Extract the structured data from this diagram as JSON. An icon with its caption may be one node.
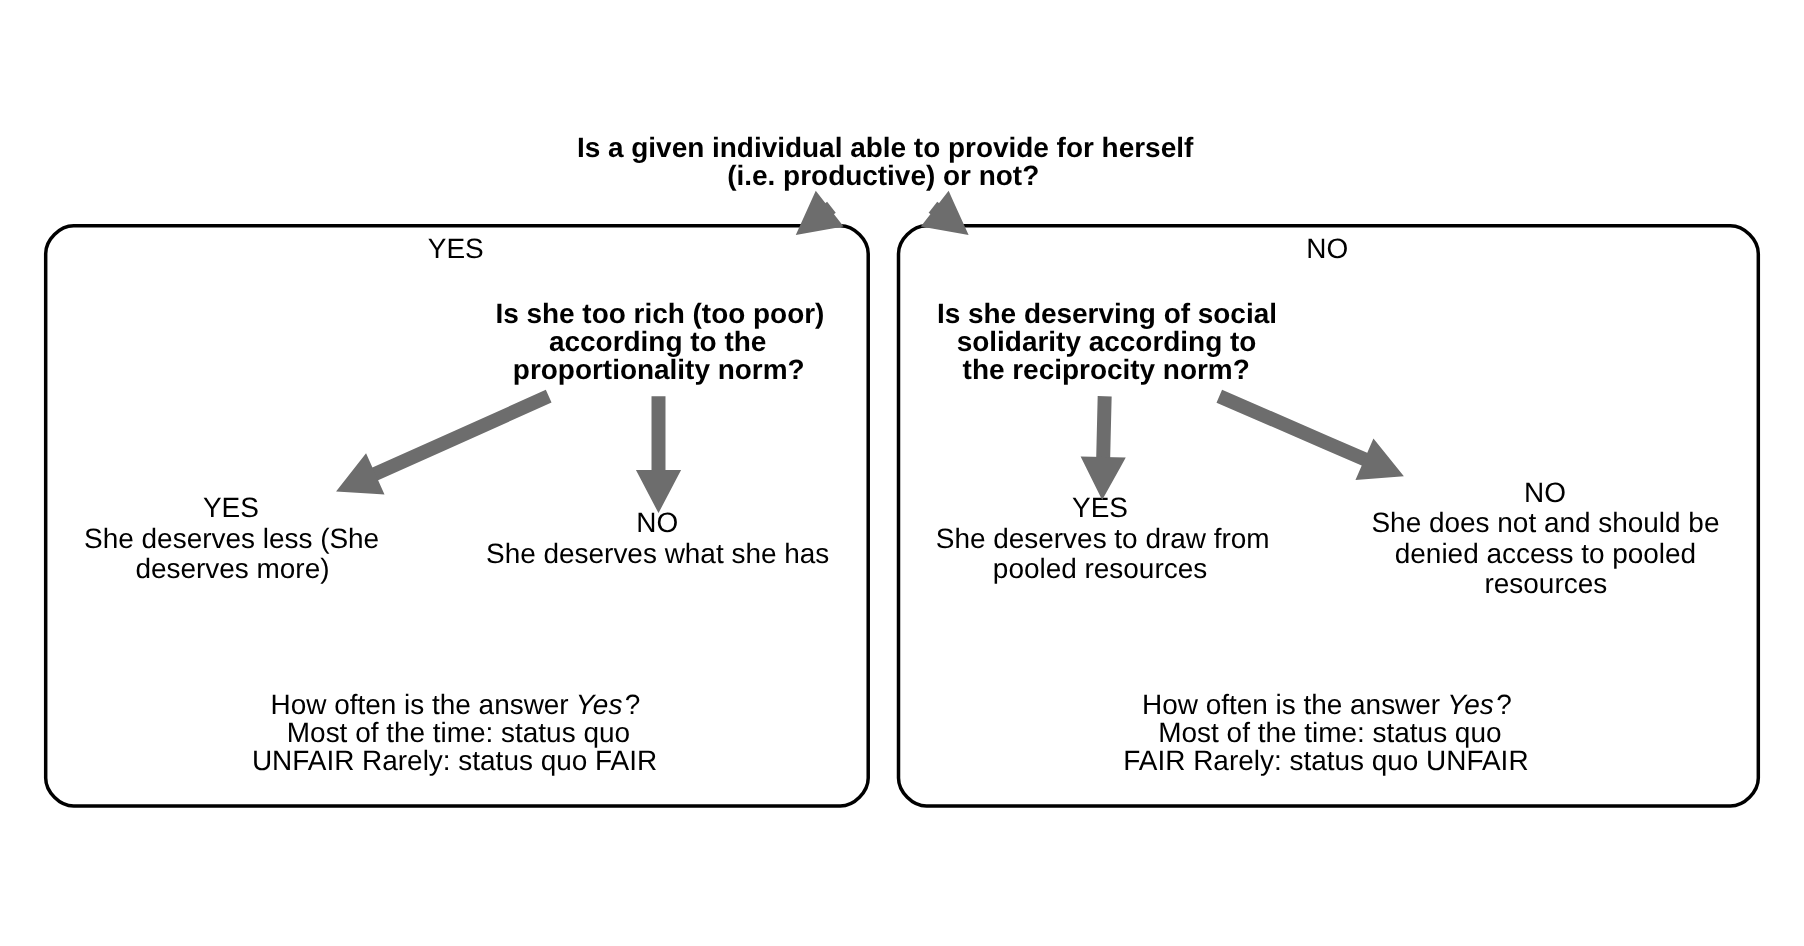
{
  "diagram": {
    "nodes": [
      {
        "text": [
          "Is a given individual able to provide for herself (i.e. productive) or not?"
        ]
      },
      {
        "text": [
          "YES"
        ]
      },
      {
        "text": [
          "Is she too rich (too poor) according to the proportionality norm?"
        ],
        "in": 1
      },
      {
        "text": [
          "YES",
          "She deserves less (She deserves more)"
        ],
        "in": 1
      },
      {
        "text": [
          "NO",
          "She deserves what she has"
        ],
        "in": 1
      },
      {
        "text": [
          "How often is the answer *Yes*?",
          "Most of the time: status quo UNFAIR Rarely: status quo FAIR"
        ],
        "in": 1
      },
      {
        "text": [
          "NO"
        ]
      },
      {
        "text": [
          "Is she deserving of social solidarity according to the reciprocity norm?"
        ],
        "in": 6
      },
      {
        "text": [
          "YES",
          "She deserves to draw from pooled resources"
        ],
        "in": 6
      },
      {
        "text": [
          "NO",
          "She does not and should be denied access to pooled resources"
        ],
        "in": 6
      },
      {
        "text": [
          "How often is the answer *Yes*?",
          "Most of the time: status quo FAIR Rarely: status quo UNFAIR"
        ],
        "in": 6
      }
    ],
    "edges": [
      {
        "from": 0,
        "to": 1,
        "arrow": "to"
      },
      {
        "from": 0,
        "to": 6,
        "arrow": "to"
      },
      {
        "from": 2,
        "to": 3,
        "arrow": "to"
      },
      {
        "from": 2,
        "to": 4,
        "arrow": "to"
      },
      {
        "from": 7,
        "to": 8,
        "arrow": "to"
      },
      {
        "from": 7,
        "to": 9,
        "arrow": "to"
      }
    ]
  }
}
